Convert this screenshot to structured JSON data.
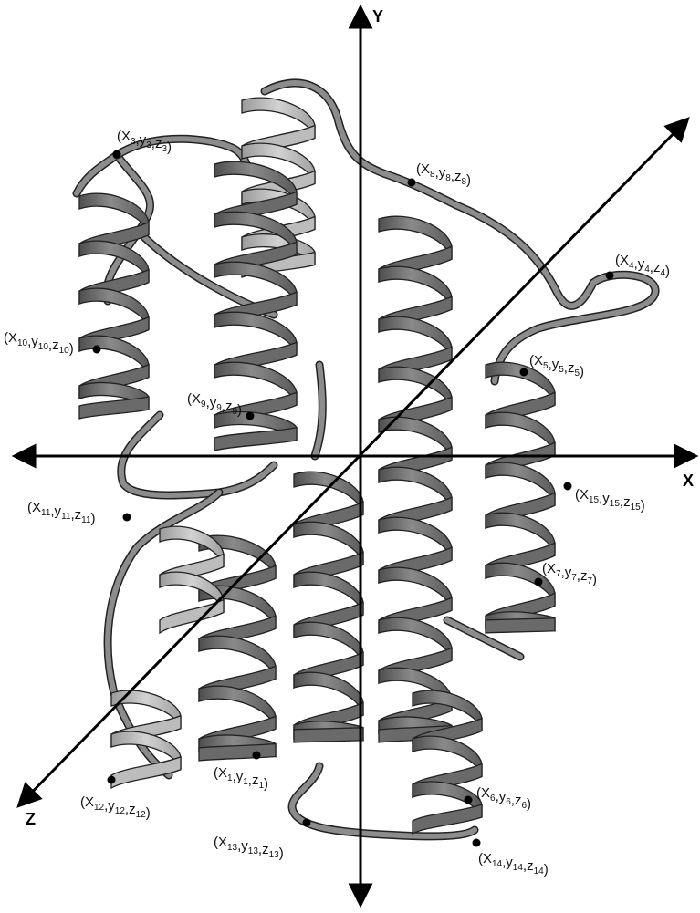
{
  "axes": {
    "x": "X",
    "y": "Y",
    "z": "Z"
  },
  "points": [
    {
      "id": "3",
      "label": "(X3,y3,z3)"
    },
    {
      "id": "8",
      "label": "(X8,y8,z8)"
    },
    {
      "id": "4",
      "label": "(X4,y4,z4)"
    },
    {
      "id": "10",
      "label": "(X10,y10,z10)"
    },
    {
      "id": "5",
      "label": "(X5,y5,z5)"
    },
    {
      "id": "9",
      "label": "(X9,y9,z9)"
    },
    {
      "id": "15",
      "label": "(X15,y15,z15)"
    },
    {
      "id": "11",
      "label": "(X11,y11,z11)"
    },
    {
      "id": "7",
      "label": "(X7,y7,z7)"
    },
    {
      "id": "1",
      "label": "(X1,y1,z1)"
    },
    {
      "id": "6",
      "label": "(X6,y6,z6)"
    },
    {
      "id": "12",
      "label": "(X12,y12,z12)"
    },
    {
      "id": "13",
      "label": "(X13,y13,z13)"
    },
    {
      "id": "14",
      "label": "(X14,y14,z14)"
    }
  ],
  "colors": {
    "ribbon": "#777777",
    "ribbon_light": "#a9a9a9",
    "ribbon_edge": "#222222",
    "axis": "#000000"
  }
}
